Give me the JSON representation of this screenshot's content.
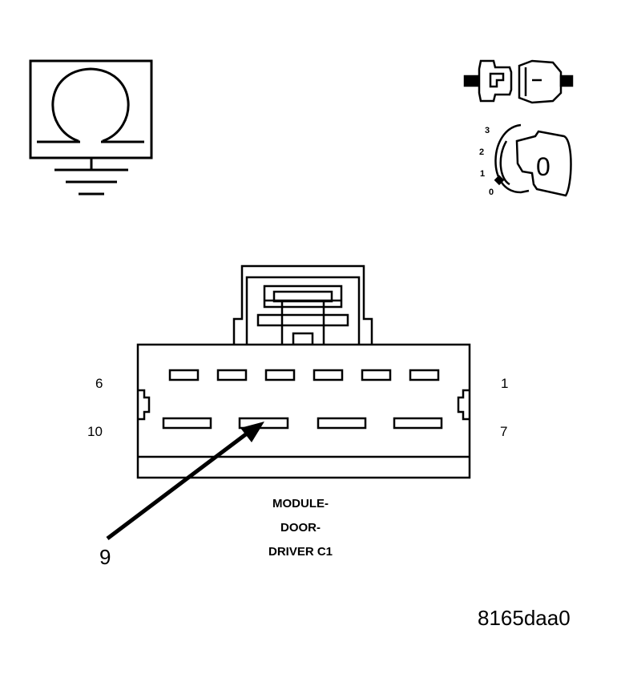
{
  "diagram": {
    "connector_label": {
      "line1": "MODULE-",
      "line2": "DOOR-",
      "line3": "DRIVER C1"
    },
    "pin_numbers": {
      "top_left": "6",
      "top_right": "1",
      "bottom_left": "10",
      "bottom_right": "7"
    },
    "callout": "9",
    "figure_id": "8165daa0",
    "ignition_scale": [
      "3",
      "2",
      "1",
      "0"
    ],
    "ignition_key_value": "0",
    "icons": {
      "ohmmeter": "ohmmeter-ground-icon",
      "connector_disconnected": "connector-disconnected-icon",
      "ignition_key_off": "ignition-key-off-icon"
    },
    "colors": {
      "line": "#000000",
      "background": "#ffffff"
    }
  }
}
